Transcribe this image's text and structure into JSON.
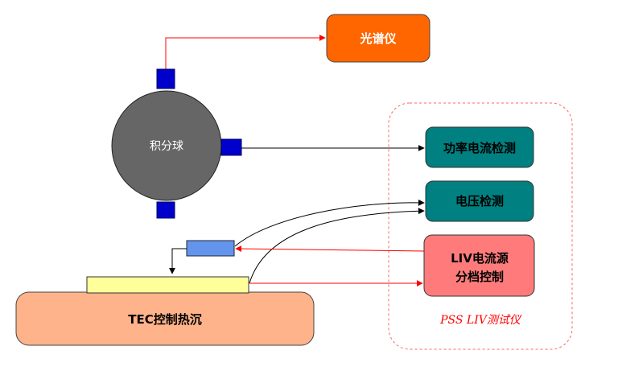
{
  "nodes": {
    "spectrometer": {
      "label": "光谱仪",
      "fill": "#FF6600"
    },
    "sphere": {
      "label": "积分球",
      "fill": "#666666"
    },
    "power_detect": {
      "label": "功率电流检测",
      "fill": "#008080"
    },
    "voltage_detect": {
      "label": "电压检测",
      "fill": "#008080"
    },
    "liv_source": {
      "line1": "LIV电流源",
      "line2": "分档控制",
      "fill": "#FF7B7B"
    },
    "tec": {
      "label": "TEC控制热沉",
      "fill": "#FFB38A"
    },
    "pss_group": {
      "label": "PSS LIV测试仪",
      "border": "#FF6666"
    }
  },
  "colors": {
    "port": "#0000CC",
    "sample_block": "#6495ED",
    "chip": "#FFFF99",
    "arrow_red": "#FF0000",
    "arrow_black": "#000000"
  }
}
